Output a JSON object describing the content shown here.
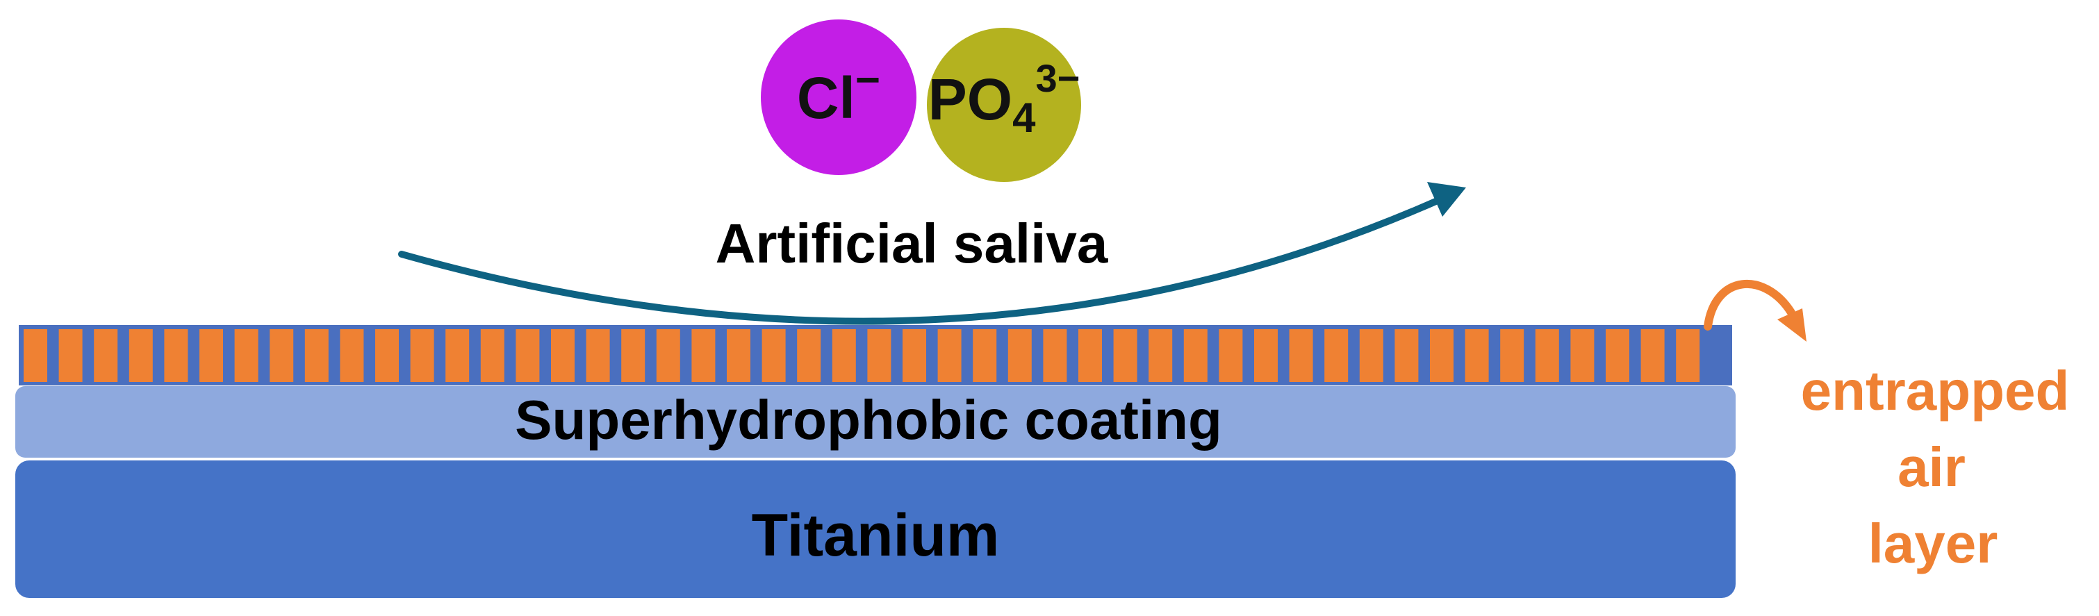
{
  "ions": {
    "chloride": {
      "symbol": "Cl",
      "charge": "−",
      "color": "#c31ee6"
    },
    "phosphate": {
      "symbol": "PO",
      "subscript": "4",
      "charge": "3−",
      "color": "#b4b21f"
    }
  },
  "flow_label": "Artificial saliva",
  "flow_arrow_color": "#0e6282",
  "coating_label": "Superhydrophobic coating",
  "substrate_label": "Titanium",
  "air_layer": {
    "line1": "entrapped",
    "line2": "air",
    "line3": "layer",
    "color": "#ef8133"
  },
  "colors": {
    "micro_pillars_frame": "#4a6fbf",
    "micro_pillars_fill": "#ef8133",
    "coating": "#8ea9de",
    "substrate": "#4573c7"
  }
}
